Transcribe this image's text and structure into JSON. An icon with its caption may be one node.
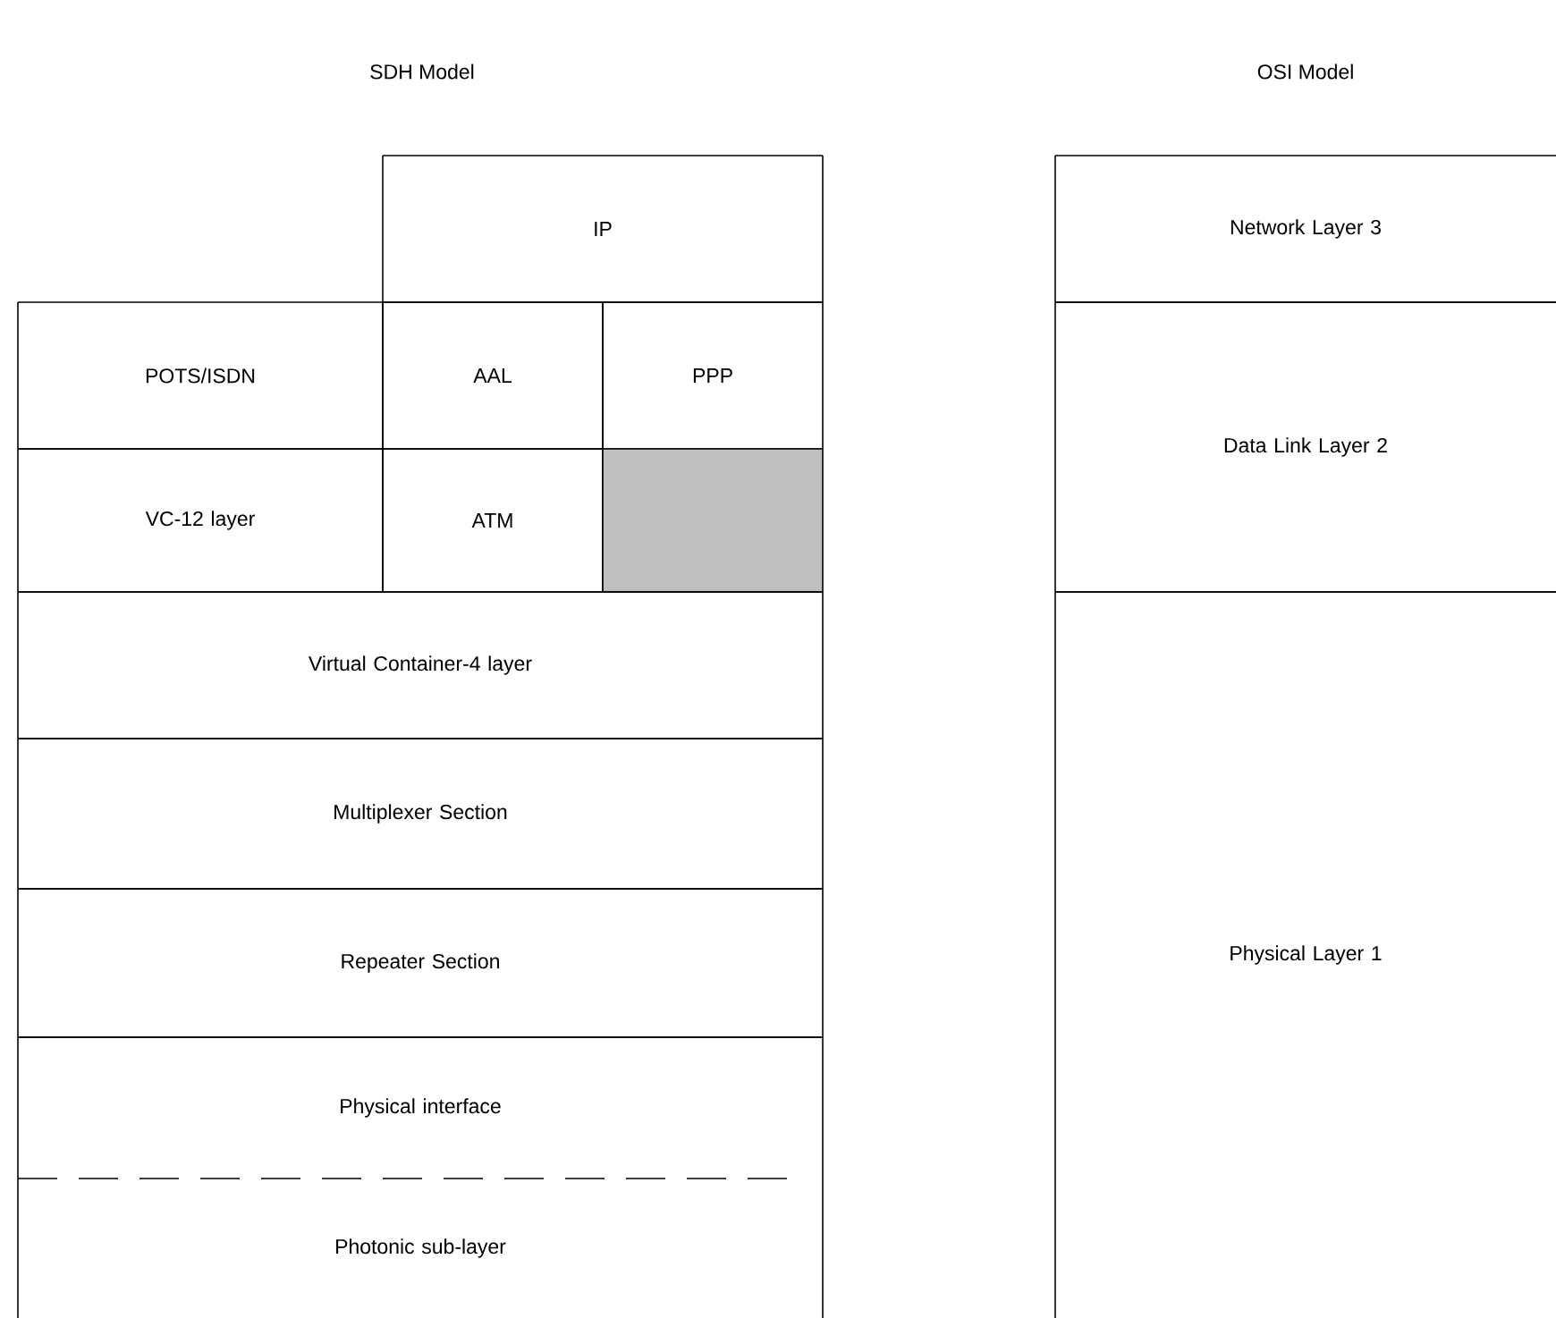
{
  "diagram": {
    "nodes": [
      {
        "text": [
          "IP"
        ]
      },
      {
        "text": [
          "POTS/ISDN"
        ]
      },
      {
        "text": [
          "AAL"
        ]
      },
      {
        "text": [
          "PPP"
        ]
      },
      {
        "text": [
          "VC-12 layer"
        ]
      },
      {
        "text": [
          "ATM"
        ]
      },
      {
        "text": [],
        "shape": "box"
      },
      {
        "text": [
          "Virtual Container-4 layer"
        ]
      },
      {
        "text": [
          "Multiplexer Section"
        ]
      },
      {
        "text": [
          "Repeater Section"
        ]
      },
      {
        "text": [
          "Physical interface"
        ]
      },
      {
        "text": [
          "Photonic sub-layer"
        ]
      },
      {
        "text": [
          "Network Layer 3"
        ]
      },
      {
        "text": [
          "Data Link Layer 2"
        ]
      },
      {
        "text": [
          "Physical Layer 1"
        ]
      }
    ],
    "labels": [
      "SDH Model",
      "OSI Model"
    ]
  }
}
